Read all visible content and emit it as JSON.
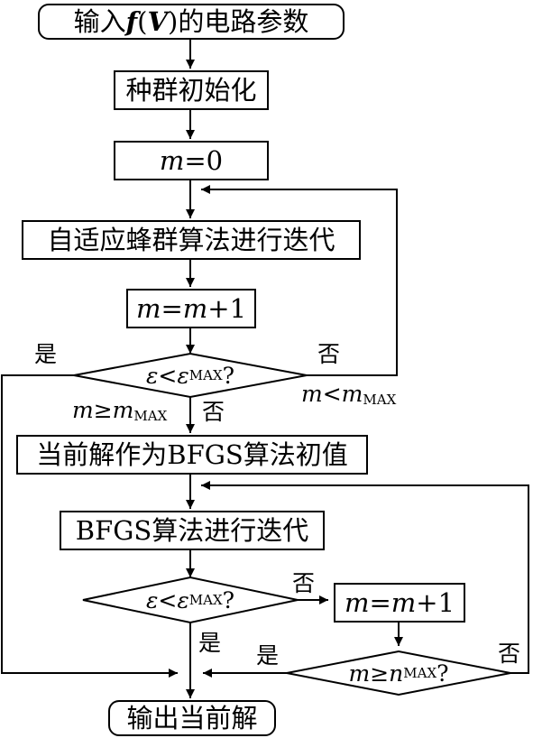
{
  "nodes": {
    "start": {
      "pre": "输入",
      "f": "f",
      "open": "(",
      "v": "V",
      "close": ")",
      "post": "的电路参数"
    },
    "init": "种群初始化",
    "m0": {
      "var": "m",
      "rest": "=0"
    },
    "abc": "自适应蜂群算法进行迭代",
    "inc1": {
      "a": "m",
      "eq": "=",
      "b": "m",
      "rest": "+1"
    },
    "dec1": {
      "eps": "ε",
      "lt": "<",
      "eps2": "ε",
      "sub": "MAX",
      "q": "?"
    },
    "handoff": "当前解作为BFGS算法初值",
    "bfgs": "BFGS算法进行迭代",
    "dec2": {
      "eps": "ε",
      "lt": "<",
      "eps2": "ε",
      "sub": "MAX",
      "q": "?"
    },
    "inc2": {
      "a": "m",
      "eq": "=",
      "b": "m",
      "rest": "+1"
    },
    "dec3": {
      "m": "m",
      "ge": "≥",
      "n": "n",
      "sub": "MAX",
      "q": "?"
    },
    "end": "输出当前解"
  },
  "labels": {
    "yes1": "是",
    "no1": "否",
    "mlt": {
      "m": "m",
      "lt": "<",
      "m2": "m",
      "sub": "MAX"
    },
    "mge": {
      "m": "m",
      "ge": "≥",
      "m2": "m",
      "sub": "MAX"
    },
    "no_down": "否",
    "no2": "否",
    "yes2": "是",
    "yes3": "是",
    "no3": "否"
  }
}
